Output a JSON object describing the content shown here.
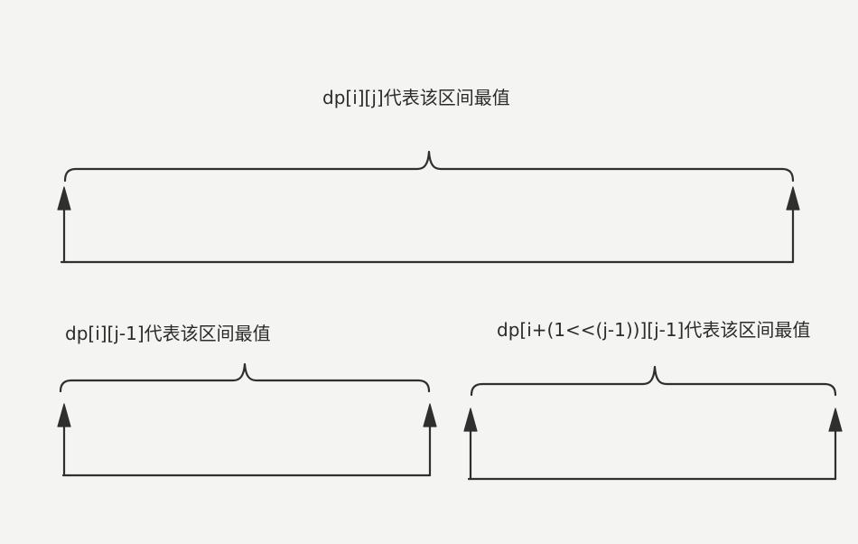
{
  "diagram": {
    "top": {
      "label": "dp[i][j]代表该区间最值"
    },
    "bottom_left": {
      "label": "dp[i][j-1]代表该区间最值"
    },
    "bottom_right": {
      "label": "dp[i+(1<<(j-1))][j-1]代表该区间最值"
    }
  }
}
